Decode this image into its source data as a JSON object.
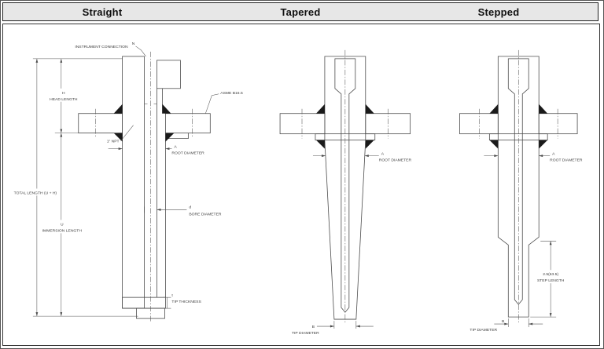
{
  "header": {
    "columns": [
      {
        "label": "Straight"
      },
      {
        "label": "Tapered"
      },
      {
        "label": "Stepped"
      }
    ]
  },
  "colors": {
    "header_bg": "#e7e7e7",
    "line": "#4c4c4c",
    "text": "#3b3b3b",
    "weld": "#1a1a1a"
  },
  "straight": {
    "instrument_connection_symbol": "N",
    "instrument_connection": "INSTRUMENT CONNECTION",
    "head_length_symbol": "H",
    "head_length": "HEAD LENGTH",
    "flange_spec": "ASME B16.5",
    "process_connection": "1\" NPT",
    "root_diameter_symbol": "A",
    "root_diameter": "ROOT DIAMETER",
    "total_length": "TOTAL LENGTH (U + H)",
    "immersion_length_symbol": "U",
    "immersion_length": "IMMERSION LENGTH",
    "bore_diameter_symbol": "d",
    "bore_diameter": "BORE DIAMETER",
    "tip_thickness_symbol": "t",
    "tip_thickness": "TIP THICKNESS"
  },
  "tapered": {
    "root_diameter_symbol": "A",
    "root_diameter": "ROOT DIAMETER",
    "tip_diameter_symbol": "B",
    "tip_diameter": "TIP DIAMETER"
  },
  "stepped": {
    "root_diameter_symbol": "A",
    "root_diameter": "ROOT DIAMETER",
    "step_length_value": "2.5(63.5)",
    "step_length": "STEP LENGTH",
    "tip_diameter_symbol": "B",
    "tip_diameter": "TIP DIAMETER"
  }
}
